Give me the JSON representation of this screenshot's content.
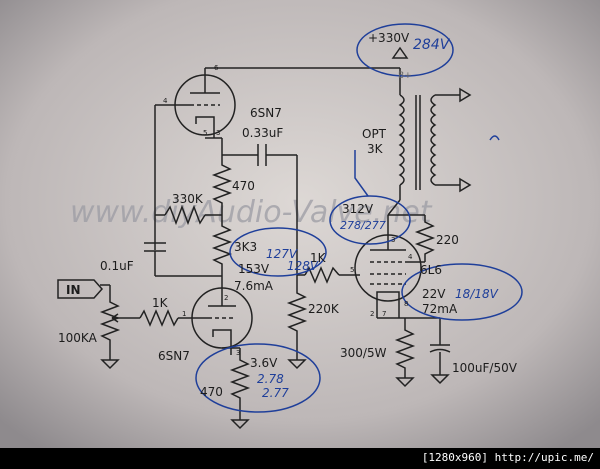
{
  "labels": {
    "tube_top": "6SN7",
    "tube_bottom": "6SN7",
    "tube_power": "6L6",
    "supply": "+330V",
    "supply_measured": "284V",
    "b_plus": "B+",
    "opt": "OPT",
    "opt_imp": "3K",
    "cap_coupling": "0.33uF",
    "cap_bypass": "0.1uF",
    "r_470_top": "470",
    "r_330k": "330K",
    "r_3k3": "3K3",
    "v_153": "153V",
    "i_7_6": "7.6mA",
    "v_127": "127V",
    "v_128": "128V",
    "r_1k_grid": "1K",
    "r_220k": "220K",
    "r_1k_in": "1K",
    "pot": "100KA",
    "in": "IN",
    "v_312": "312V",
    "v_278": "278/277",
    "r_220": "220",
    "v_22": "22V",
    "v_18": "18/18V",
    "i_72": "72mA",
    "r_300": "300/5W",
    "cap_100u": "100uF/50V",
    "v_3_6": "3.6V",
    "v_278b": "2.78",
    "v_277b": "2.77",
    "r_470_bot": "470",
    "watermark": "www.diyAudio-Valve.net",
    "pins": {
      "p6": "6",
      "p4": "4",
      "p5a": "5",
      "p3a": "3",
      "p2": "2",
      "p1": "1",
      "p3b": "3",
      "p5b": "5",
      "p3c": "3",
      "p4b": "4",
      "p8": "8",
      "p2b": "2",
      "p7": "7"
    }
  },
  "footer": "[1280x960] http://upic.me/"
}
